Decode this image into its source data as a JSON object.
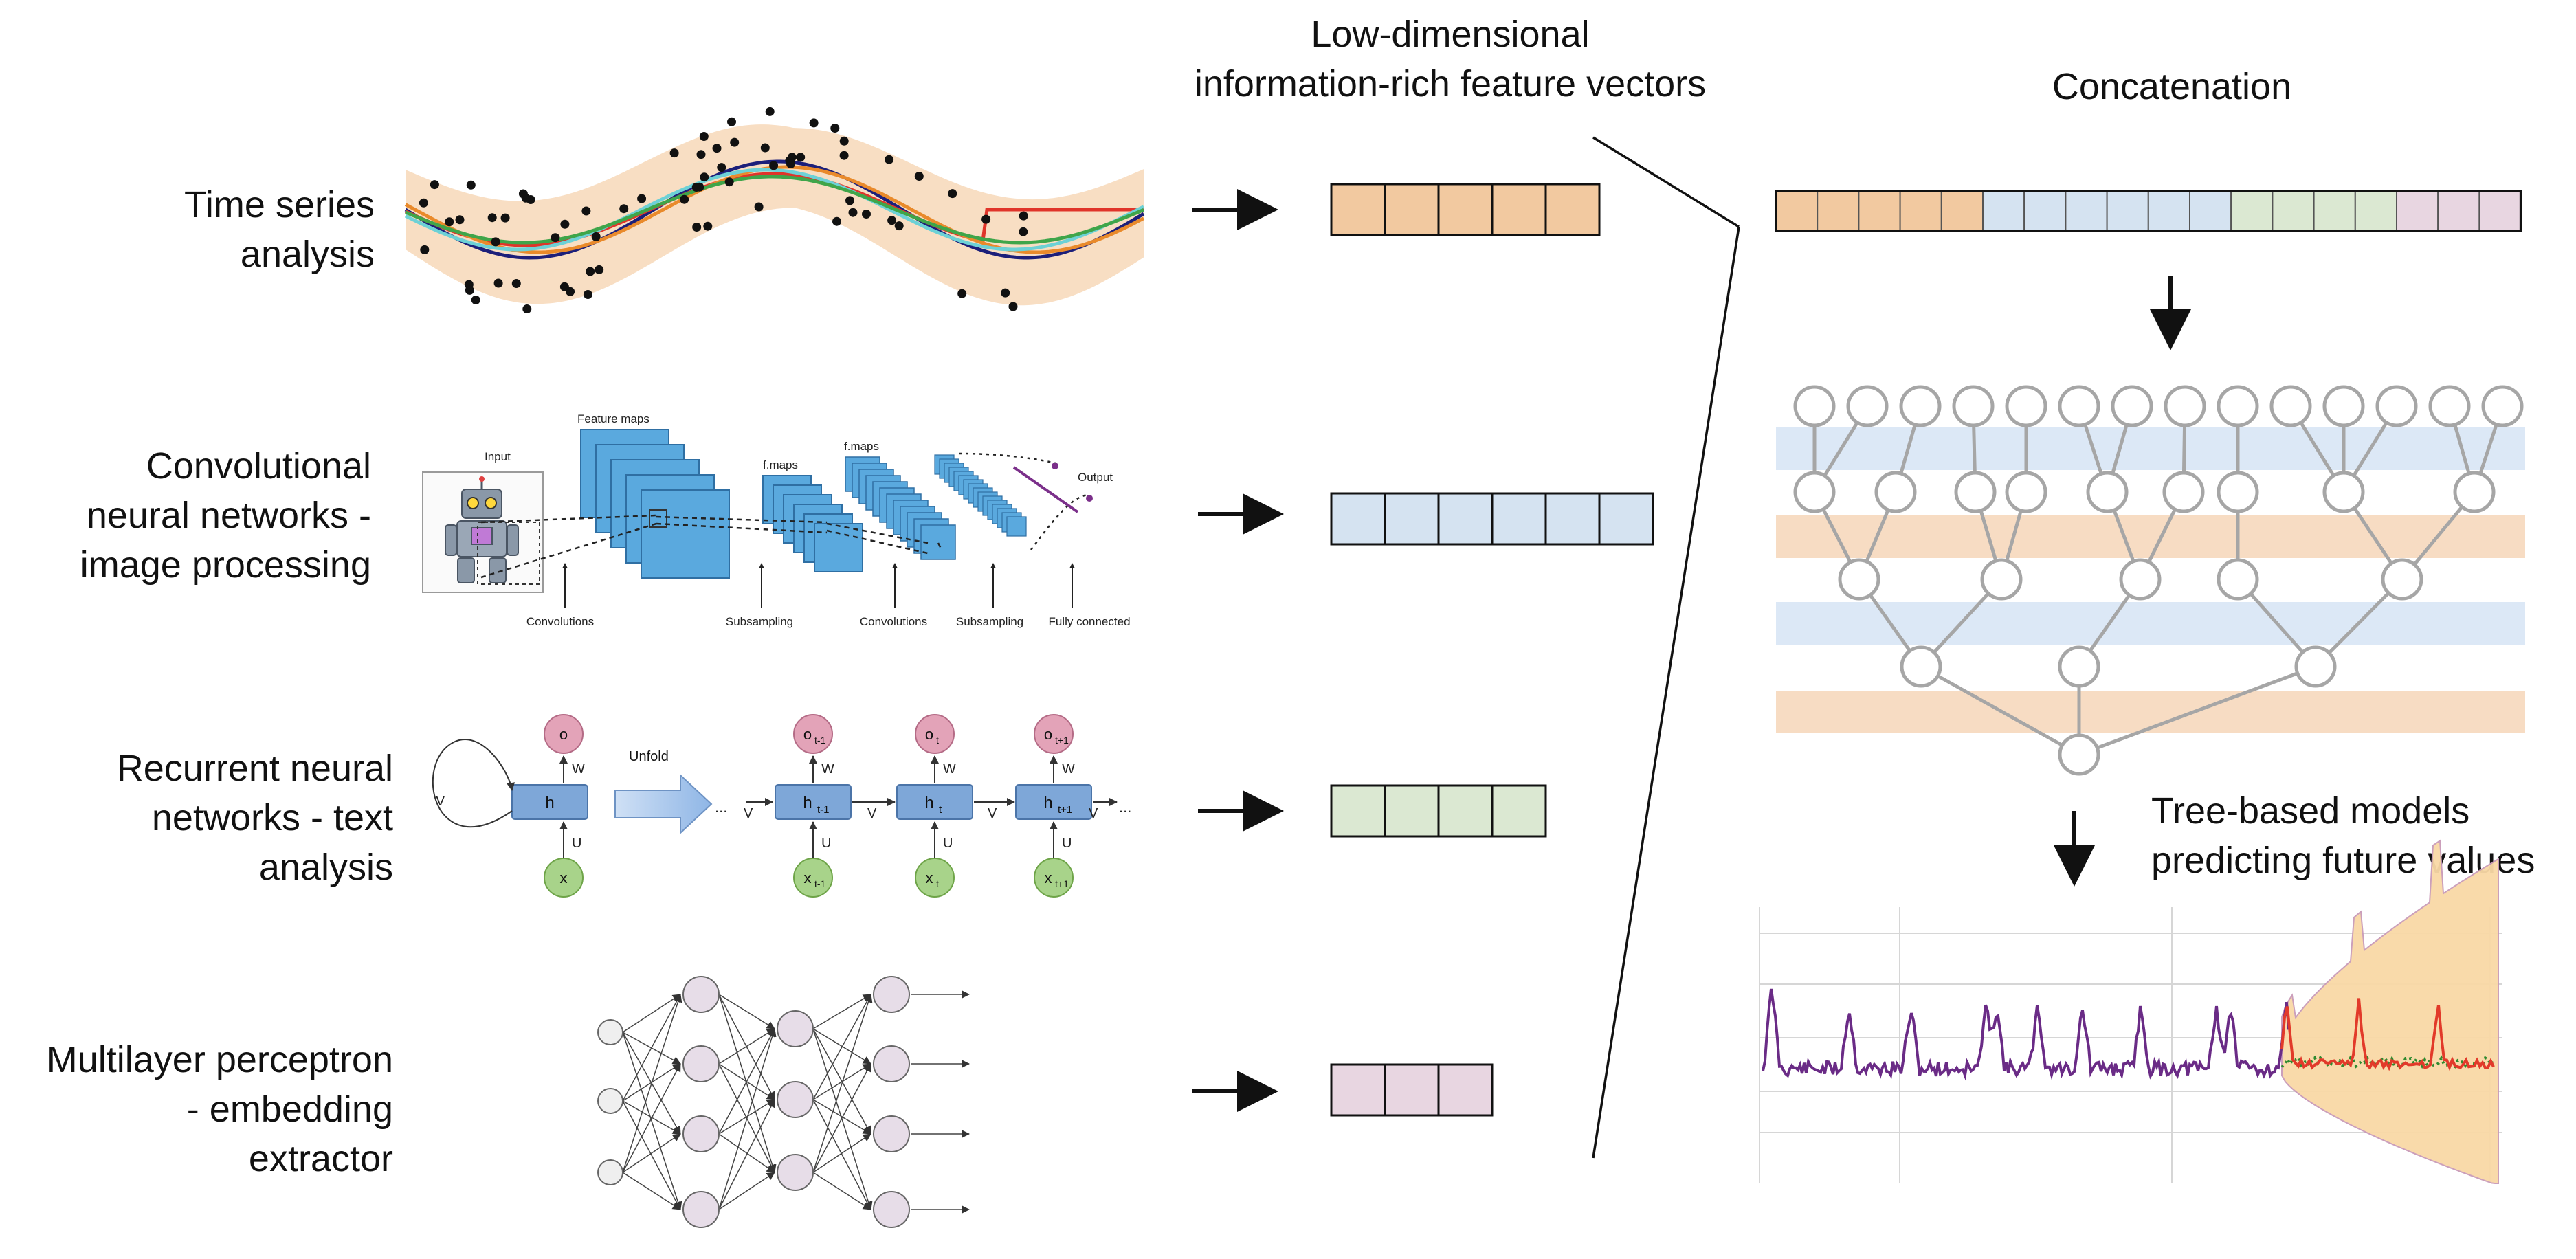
{
  "sections": [
    {
      "label_lines": [
        "Time series",
        "analysis"
      ],
      "vector_cells": 5,
      "color": "#f2c9a0"
    },
    {
      "label_lines": [
        "Convolutional",
        "neural networks -",
        "image processing"
      ],
      "vector_cells": 6,
      "color": "#d5e3f1"
    },
    {
      "label_lines": [
        "Recurrent neural",
        "networks - text",
        "analysis"
      ],
      "vector_cells": 4,
      "color": "#dbe8d2"
    },
    {
      "label_lines": [
        "Multilayer perceptron",
        "- embedding",
        "extractor"
      ],
      "vector_cells": 3,
      "color": "#e8d6e1"
    }
  ],
  "feature_header": [
    "Low-dimensional",
    "information-rich feature vectors"
  ],
  "concat_header": "Concatenation",
  "tree_header": [
    "Tree-based models",
    "predicting future values"
  ],
  "cnn": {
    "input": "Input",
    "feature_maps": "Feature maps",
    "fmaps1": "f.maps",
    "fmaps2": "f.maps",
    "output": "Output",
    "stages": [
      "Convolutions",
      "Subsampling",
      "Convolutions",
      "Subsampling",
      "Fully connected"
    ]
  },
  "rnn": {
    "unfold": "Unfold",
    "h": "h",
    "o": "o",
    "x": "x",
    "ht_prev": "h",
    "ht": "h",
    "ht_next": "h",
    "sub_prev": "t-1",
    "sub_t": "t",
    "sub_next": "t+1",
    "w": "W",
    "u": "U",
    "v": "V",
    "dots": "..."
  },
  "colors": {
    "orange": "#f2c9a0",
    "blue": "#d5e3f1",
    "green": "#dbe8d2",
    "pink": "#e8d6e1",
    "band_blue": "#dce8f6",
    "band_orange": "#f7dcc3",
    "tree_gray": "#a6a6a6",
    "forecast_fill": "#f9d9a6",
    "series_purple": "#6a2b86",
    "prediction_red": "#e23a2a",
    "cnn_blue": "#5aa9de",
    "rnn_h": "#7ea7d8",
    "rnn_o": "#e3a3b8",
    "rnn_x": "#a8d38a",
    "mlp_node": "#e7dde8"
  }
}
